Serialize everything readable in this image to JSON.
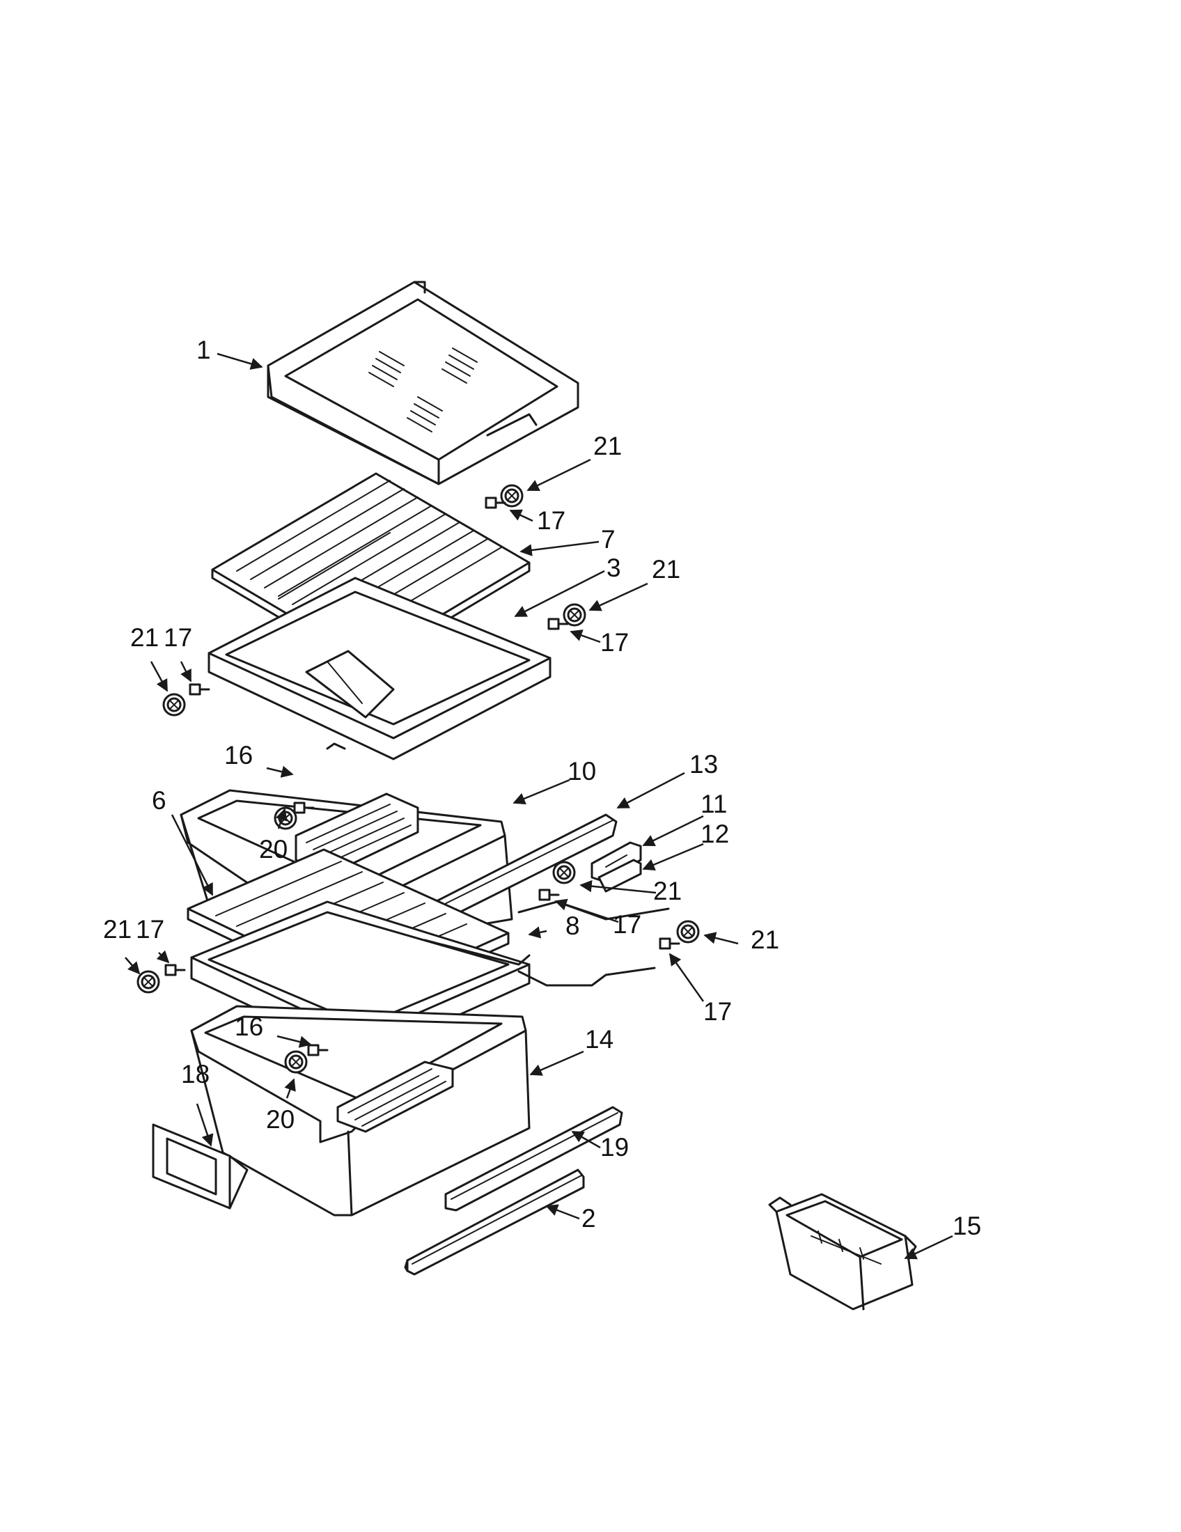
{
  "callouts": [
    {
      "id": "c1",
      "text": "1"
    },
    {
      "id": "c21a",
      "text": "21"
    },
    {
      "id": "c17a",
      "text": "17"
    },
    {
      "id": "c7",
      "text": "7"
    },
    {
      "id": "c3",
      "text": "3"
    },
    {
      "id": "c21b",
      "text": "21"
    },
    {
      "id": "c17b",
      "text": "17"
    },
    {
      "id": "c21c",
      "text": "21"
    },
    {
      "id": "c17c",
      "text": "17"
    },
    {
      "id": "c16a",
      "text": "16"
    },
    {
      "id": "c10",
      "text": "10"
    },
    {
      "id": "c13",
      "text": "13"
    },
    {
      "id": "c11",
      "text": "11"
    },
    {
      "id": "c6",
      "text": "6"
    },
    {
      "id": "c12",
      "text": "12"
    },
    {
      "id": "c20a",
      "text": "20"
    },
    {
      "id": "c21d",
      "text": "21"
    },
    {
      "id": "c8",
      "text": "8"
    },
    {
      "id": "c17d",
      "text": "17"
    },
    {
      "id": "c21e",
      "text": "21"
    },
    {
      "id": "c17e",
      "text": "17"
    },
    {
      "id": "c21f",
      "text": "21"
    },
    {
      "id": "c17f",
      "text": "17"
    },
    {
      "id": "c16b",
      "text": "16"
    },
    {
      "id": "c14",
      "text": "14"
    },
    {
      "id": "c18",
      "text": "18"
    },
    {
      "id": "c20b",
      "text": "20"
    },
    {
      "id": "c19",
      "text": "19"
    },
    {
      "id": "c2",
      "text": "2"
    },
    {
      "id": "c15",
      "text": "15"
    }
  ]
}
